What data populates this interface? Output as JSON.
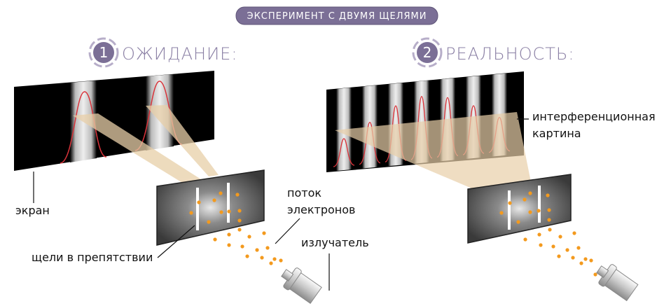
{
  "title": "ЭКСПЕРИМЕНТ С ДВУМЯ ЩЕЛЯМИ",
  "panels": [
    {
      "number": "1",
      "heading": "ОЖИДАНИЕ:"
    },
    {
      "number": "2",
      "heading": "РЕАЛЬНОСТЬ:"
    }
  ],
  "labels": {
    "screen": "экран",
    "slits": "щели в препятствии",
    "stream_line1": "поток",
    "stream_line2": "электронов",
    "emitter": "излучатель",
    "pattern_line1": "интерференционная",
    "pattern_line2": "картина"
  },
  "colors": {
    "accent": "#7b6f96",
    "electron": "#f39a1e",
    "curve": "#d9333a",
    "beam": "#e8cfa8"
  }
}
